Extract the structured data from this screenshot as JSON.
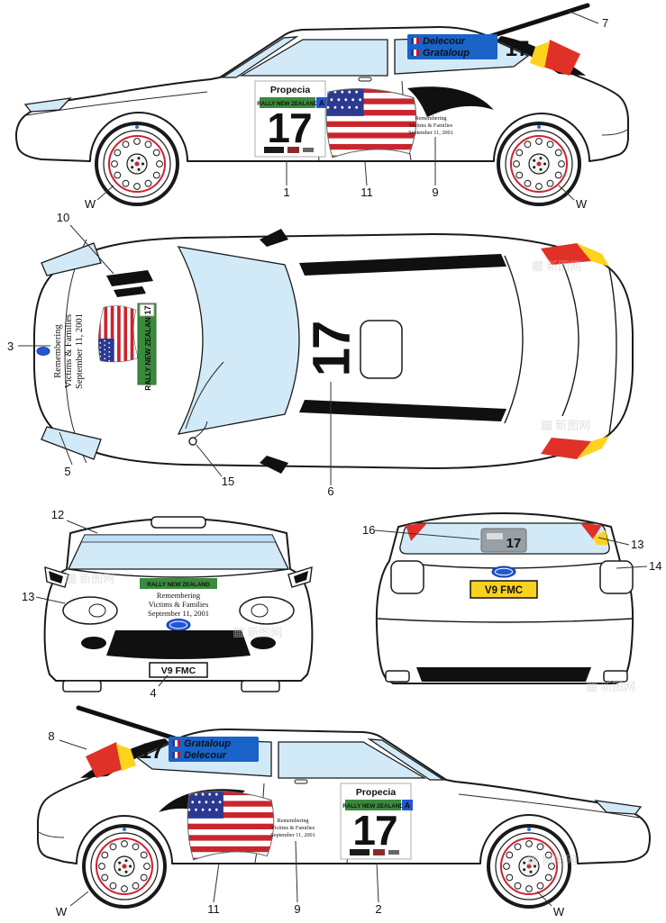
{
  "livery": {
    "number": "17",
    "rally_banner": "RALLY NEW ZEALAND",
    "propecia": "Propecia",
    "class_letter": "A",
    "driver1": "Delecour",
    "driver2": "Grataloup",
    "memorial": {
      "l1": "Remembering",
      "l2": "Victims & Families",
      "l3": "September 11, 2001"
    },
    "plate": "V9 FMC"
  },
  "callouts": {
    "n1": "1",
    "n2": "2",
    "n3": "3",
    "n4": "4",
    "n5": "5",
    "n6": "6",
    "n7": "7",
    "n8": "8",
    "n9": "9",
    "n10": "10",
    "n11": "11",
    "n12": "12",
    "n13": "13",
    "n14": "14",
    "n15": "15",
    "n16": "16",
    "w": "W"
  },
  "watermark": {
    "text": "新图网"
  },
  "colors": {
    "glass_blue": "#d2eaf8",
    "flag_red": "#c9252d",
    "flag_blue": "#2b3990",
    "panel_blue": "#1a63c8",
    "accent_orange": "#f7941d",
    "banner_green": "#3a8a3c",
    "decal_red": "#e03127",
    "decal_yellow": "#ffd21e",
    "plate_yellow": "#f7d21e",
    "line": "#1a1a1a"
  }
}
